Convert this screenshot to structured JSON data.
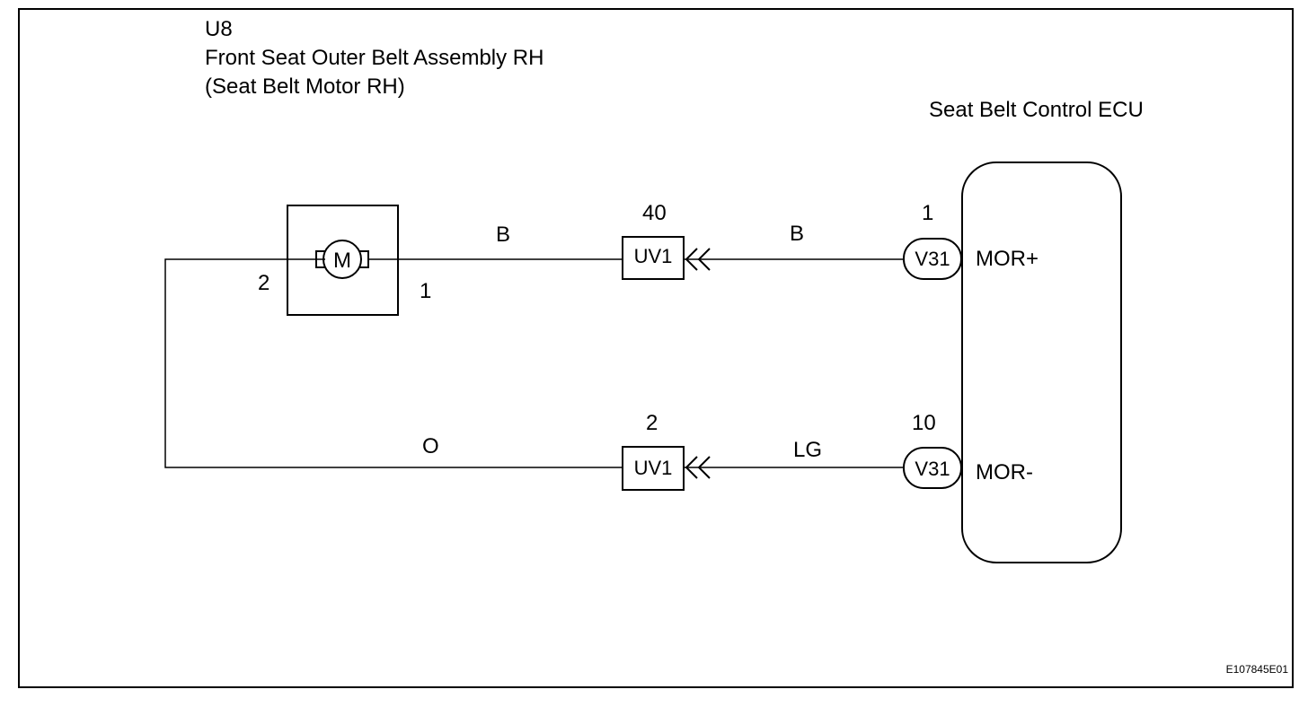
{
  "component": {
    "id": "U8",
    "name": "Front Seat Outer Belt Assembly RH",
    "sub_name": "(Seat Belt Motor RH)",
    "motor_symbol": "M",
    "pin_left": "2",
    "pin_right": "1"
  },
  "ecu": {
    "name": "Seat Belt Control ECU",
    "terminal_top": "MOR+",
    "terminal_bottom": "MOR-"
  },
  "wires": {
    "top_left_color": "B",
    "top_right_color": "B",
    "bottom_left_color": "O",
    "bottom_right_color": "LG"
  },
  "connectors": {
    "top_junction": {
      "name": "UV1",
      "pin": "40"
    },
    "bottom_junction": {
      "name": "UV1",
      "pin": "2"
    },
    "top_ecu": {
      "name": "V31",
      "pin": "1"
    },
    "bottom_ecu": {
      "name": "V31",
      "pin": "10"
    }
  },
  "figure_code": "E107845E01"
}
